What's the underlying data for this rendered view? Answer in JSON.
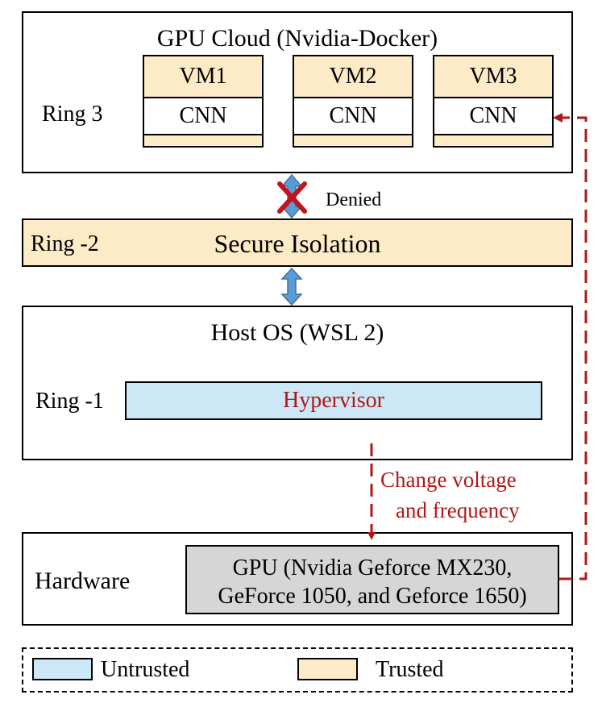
{
  "gpu_cloud": {
    "title": "GPU Cloud (Nvidia-Docker)",
    "ring_label": "Ring 3",
    "vms": [
      {
        "name": "VM1",
        "workload": "CNN"
      },
      {
        "name": "VM2",
        "workload": "CNN"
      },
      {
        "name": "VM3",
        "workload": "CNN"
      }
    ]
  },
  "denied_label": "Denied",
  "secure_isolation": {
    "ring_label": "Ring -2",
    "title": "Secure Isolation"
  },
  "host_os": {
    "title": "Host OS (WSL 2)",
    "ring_label": "Ring -1",
    "hypervisor_label": "Hypervisor"
  },
  "attack_label": {
    "line1": "Change voltage",
    "line2": "and frequency"
  },
  "hardware": {
    "label": "Hardware",
    "gpu_line1": "GPU (Nvidia Geforce MX230,",
    "gpu_line2": "GeForce 1050, and Geforce 1650)"
  },
  "legend": {
    "untrusted_label": "Untrusted",
    "trusted_label": "Trusted"
  },
  "colors": {
    "trusted": "#fcebc6",
    "untrusted": "#cce8f7",
    "gpu_fill": "#d6d6d6",
    "attack_red": "#b01818",
    "arrow_blue": "#5b9bd5",
    "denied_cross": "#c0141e"
  }
}
